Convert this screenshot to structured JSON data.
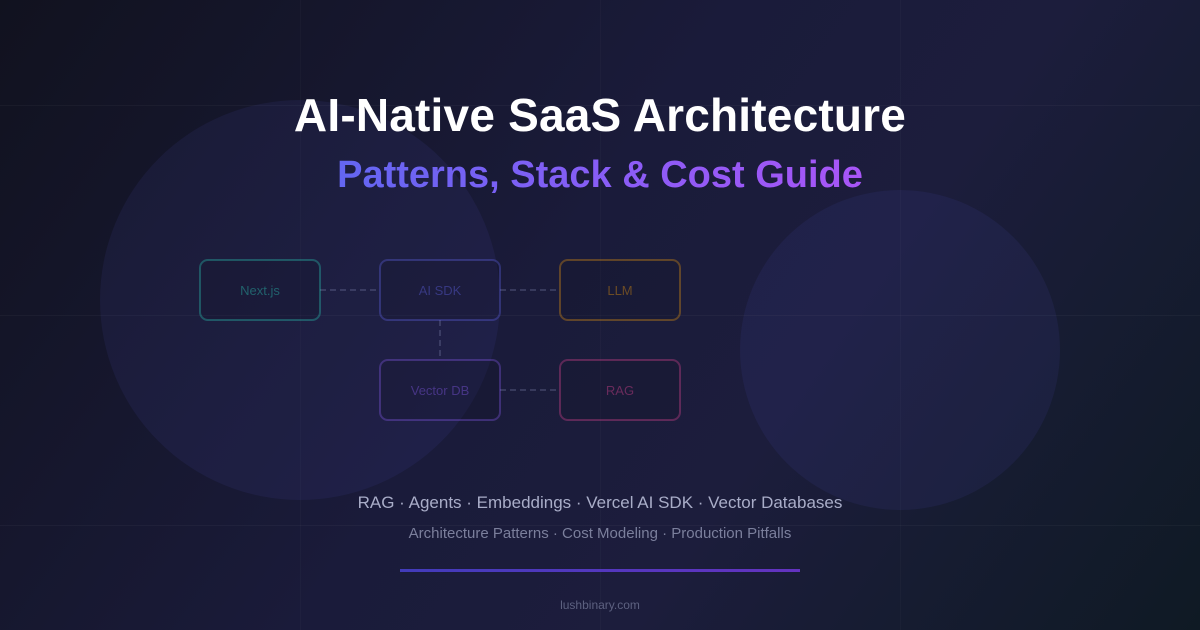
{
  "header": {
    "title": "AI-Native SaaS Architecture",
    "subtitle": "Patterns, Stack & Cost Guide"
  },
  "diagram": {
    "nodes": [
      {
        "id": "nextjs",
        "label": "Next.js",
        "color": "#2dd4bf"
      },
      {
        "id": "ai-sdk",
        "label": "AI SDK",
        "color": "#6366f1"
      },
      {
        "id": "llm",
        "label": "LLM",
        "color": "#f59e0b"
      },
      {
        "id": "vector-db",
        "label": "Vector DB",
        "color": "#8b5cf6"
      },
      {
        "id": "rag",
        "label": "RAG",
        "color": "#ec4899"
      }
    ],
    "edges": [
      [
        "nextjs",
        "ai-sdk"
      ],
      [
        "ai-sdk",
        "llm"
      ],
      [
        "ai-sdk",
        "vector-db"
      ],
      [
        "vector-db",
        "rag"
      ]
    ]
  },
  "tags": {
    "primary": "RAG · Agents · Embeddings · Vercel AI SDK · Vector Databases",
    "secondary": "Architecture Patterns · Cost Modeling · Production Pitfalls"
  },
  "footer": {
    "site": "lushbinary.com"
  },
  "colors": {
    "background": "#1a1b3a",
    "title": "#ffffff",
    "accent_start": "#6366f1",
    "accent_end": "#a855f7"
  }
}
